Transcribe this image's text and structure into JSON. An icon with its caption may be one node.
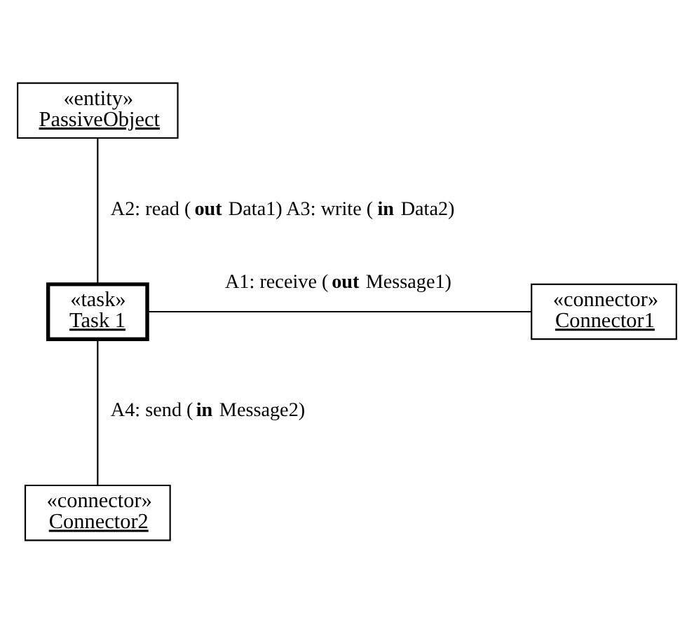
{
  "diagram": {
    "nodes": [
      {
        "text": [
          "«entity»",
          "PassiveObject"
        ]
      },
      {
        "text": [
          "«connector»",
          "Connector1"
        ]
      },
      {
        "text": [
          "«task»",
          "Task 1"
        ]
      },
      {
        "text": [
          "«connector»",
          "Connector2"
        ]
      }
    ],
    "edges": [
      {
        "from": 2,
        "to": 1,
        "arrow": "none",
        "label": "A1: receive (**out** Message1)"
      },
      {
        "from": 0,
        "to": 2,
        "arrow": "none",
        "label": "A2: read (**out** Data1) A3: write (**in** Data2)"
      },
      {
        "from": 2,
        "to": 3,
        "arrow": "none",
        "label": "A4: send (**in** Message2)"
      }
    ]
  }
}
